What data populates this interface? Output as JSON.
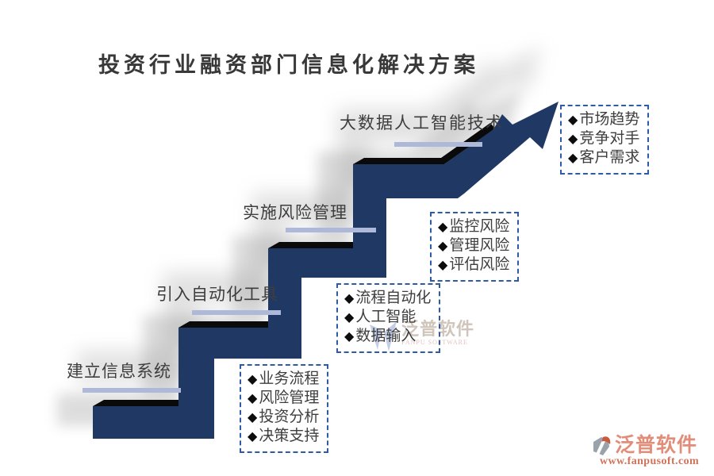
{
  "title": "投资行业融资部门信息化解决方案",
  "bullet": "◆",
  "steps": [
    {
      "label": "建立信息系统",
      "items": [
        "业务流程",
        "风险管理",
        "投资分析",
        "决策支持"
      ]
    },
    {
      "label": "引入自动化工具",
      "items": [
        "流程自动化",
        "人工智能",
        "数据输入"
      ]
    },
    {
      "label": "实施风险管理",
      "items": [
        "监控风险",
        "管理风险",
        "评估风险"
      ]
    },
    {
      "label": "大数据人工智能技术",
      "items": [
        "市场趋势",
        "竞争对手",
        "客户需求"
      ]
    }
  ],
  "watermark": {
    "name": "泛普软件",
    "subname": "FANPU SOFTWARE"
  },
  "brand": {
    "name": "泛普软件",
    "url": "www.fanpusoft.com"
  },
  "colors": {
    "navy": "#203864",
    "bevel": "#0a0a0a",
    "shadow": "#8f8f8f",
    "underline": "#aeb9da",
    "boxborder": "#2e5ba8",
    "text": "#3e3e3e",
    "title": "#383838",
    "diamond": "#0d0d0d",
    "salmon": "#e28d79",
    "logored": "#c95a3c",
    "logogray": "#9aa2ab",
    "wmblue": "#b9c6e2",
    "wmtext": "#cfc5bb",
    "wmsub": "#dfc3bd",
    "bg": "#ffffff"
  }
}
